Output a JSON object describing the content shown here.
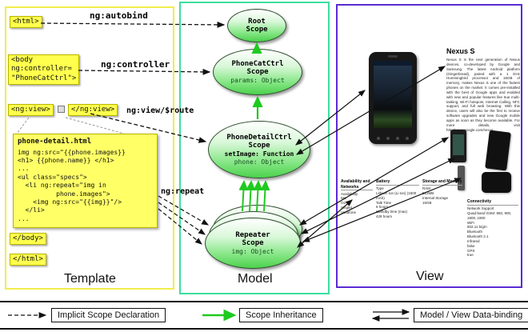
{
  "sections": {
    "template": "Template",
    "model": "Model",
    "view": "View"
  },
  "template": {
    "html_open": "<html>",
    "body_open": "<body\nng:controller=\n\"PhoneCatCtrl\">",
    "ngview_open": "<ng:view>",
    "ngview_close": "</ng:view>",
    "body_close": "</body>",
    "html_close": "</html>",
    "ann_autobind": "ng:autobind",
    "ann_controller": "ng:controller",
    "ann_viewroute": "ng:view/$route",
    "ann_repeat": "ng:repeat",
    "code_title": "phone-detail.html",
    "code_lines": [
      "img ng:src=\"{{phone.images}}",
      "<h1> {{phone.name}} </h1>",
      "...",
      "<ul class=\"specs\">",
      "  <li ng:repeat=\"img in",
      "          phone.images\">",
      "    <img ng:src=\"{{img}}\"/>",
      "  </li>",
      "..."
    ]
  },
  "model": {
    "root_title": "Root\nScope",
    "phonecat_title": "PhoneCatCtrl\nScope",
    "phonecat_prop": "params: Object",
    "phonedetail_title": "PhoneDetailCtrl\nScope",
    "phonedetail_prop_bold": "setImage: Function",
    "phonedetail_prop": "phone: Object",
    "repeater_title": "Repeater\nScope",
    "repeater_prop": "img: Object"
  },
  "view": {
    "phone_name": "Nexus S",
    "description": "Nexus S is the next generation of Nexus devices, co-developed by Google and Samsung. The latest Android platform (Gingerbread), paired with a 1 GHz Hummingbird processor and 16GB of memory, makes Nexus S one of the fastest phones on the market. It comes pre-installed with the best of Google apps and enabled with new and popular features like true multi-tasking, Wi-Fi hotspots, Internet Calling, NFC support, and full web browsing. With this device, users will also be the first to receive software upgrades and new Google mobile apps as soon as they become available. For more details, visit http://www.google.com/nexus.",
    "specs": [
      {
        "header": "Availability and Networks",
        "rows": [
          "Availability",
          "M1,",
          "O2,",
          "Singtel,",
          "Vodafone"
        ]
      },
      {
        "header": "Battery",
        "rows": [
          "Type",
          "Lithium Ion (Li-Ion) (1500 mAh)",
          "Talk Time",
          "6 hours",
          "Standby time (max)",
          "428 hours"
        ]
      },
      {
        "header": "Storage and Memory",
        "rows": [
          "RAM",
          "512MB",
          "Internal Storage",
          "16GB"
        ]
      },
      {
        "header": "Connectivity",
        "rows": [
          "Network Support",
          "Quad-band GSM: 850, 900, 1800, 1900",
          "WiFi",
          "802.11 b/g/n",
          "Bluetooth",
          "Bluetooth 2.1",
          "Infrared",
          "false",
          "GPS",
          "true"
        ]
      }
    ]
  },
  "legend": {
    "implicit": "Implicit Scope Declaration",
    "inheritance": "Scope Inheritance",
    "databinding": "Model / View Data-binding"
  }
}
